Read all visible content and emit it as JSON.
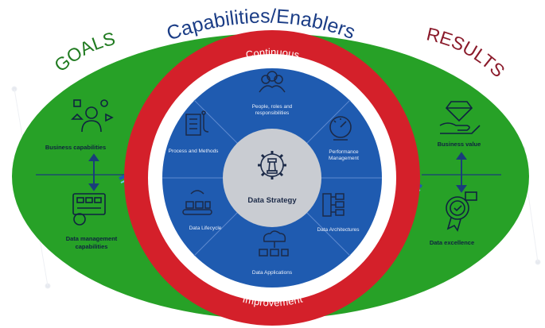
{
  "title": "Capabilities/Enablers",
  "goals": {
    "heading": "GOALS",
    "top_label": "Business capabilities",
    "bottom_label_line1": "Data management",
    "bottom_label_line2": "capabilities"
  },
  "results": {
    "heading": "RESULTS",
    "top_label": "Business value",
    "bottom_label": "Data excellence"
  },
  "ring": {
    "top_label": "Continuous",
    "bottom_label": "Improvement"
  },
  "center": {
    "label": "Data Strategy"
  },
  "segments": {
    "people_line1": "People, roles and",
    "people_line2": "responsibilities",
    "performance_line1": "Performance",
    "performance_line2": "Management",
    "architecture": "Data Architectures",
    "applications": "Data Applications",
    "lifecycle": "Data Lifecycle",
    "process": "Process and Methods"
  },
  "colors": {
    "green": "#27a127",
    "red": "#d4202a",
    "blue": "#1f5bb0",
    "dark_blue_text": "#0d3f8f",
    "goals_text": "#1f7a1f",
    "results_text": "#8a1a2a"
  }
}
